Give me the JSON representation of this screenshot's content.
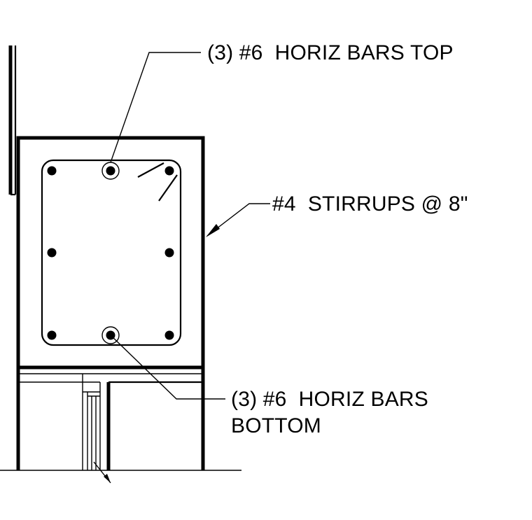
{
  "labels": {
    "top_bars": "(3) #6  HORIZ BARS TOP",
    "stirrups": "#4  STIRRUPS @ 8\"",
    "bottom_bars_line1": "(3) #6  HORIZ BARS",
    "bottom_bars_line2": "BOTTOM"
  },
  "colors": {
    "ink": "#000000",
    "background": "#ffffff"
  }
}
